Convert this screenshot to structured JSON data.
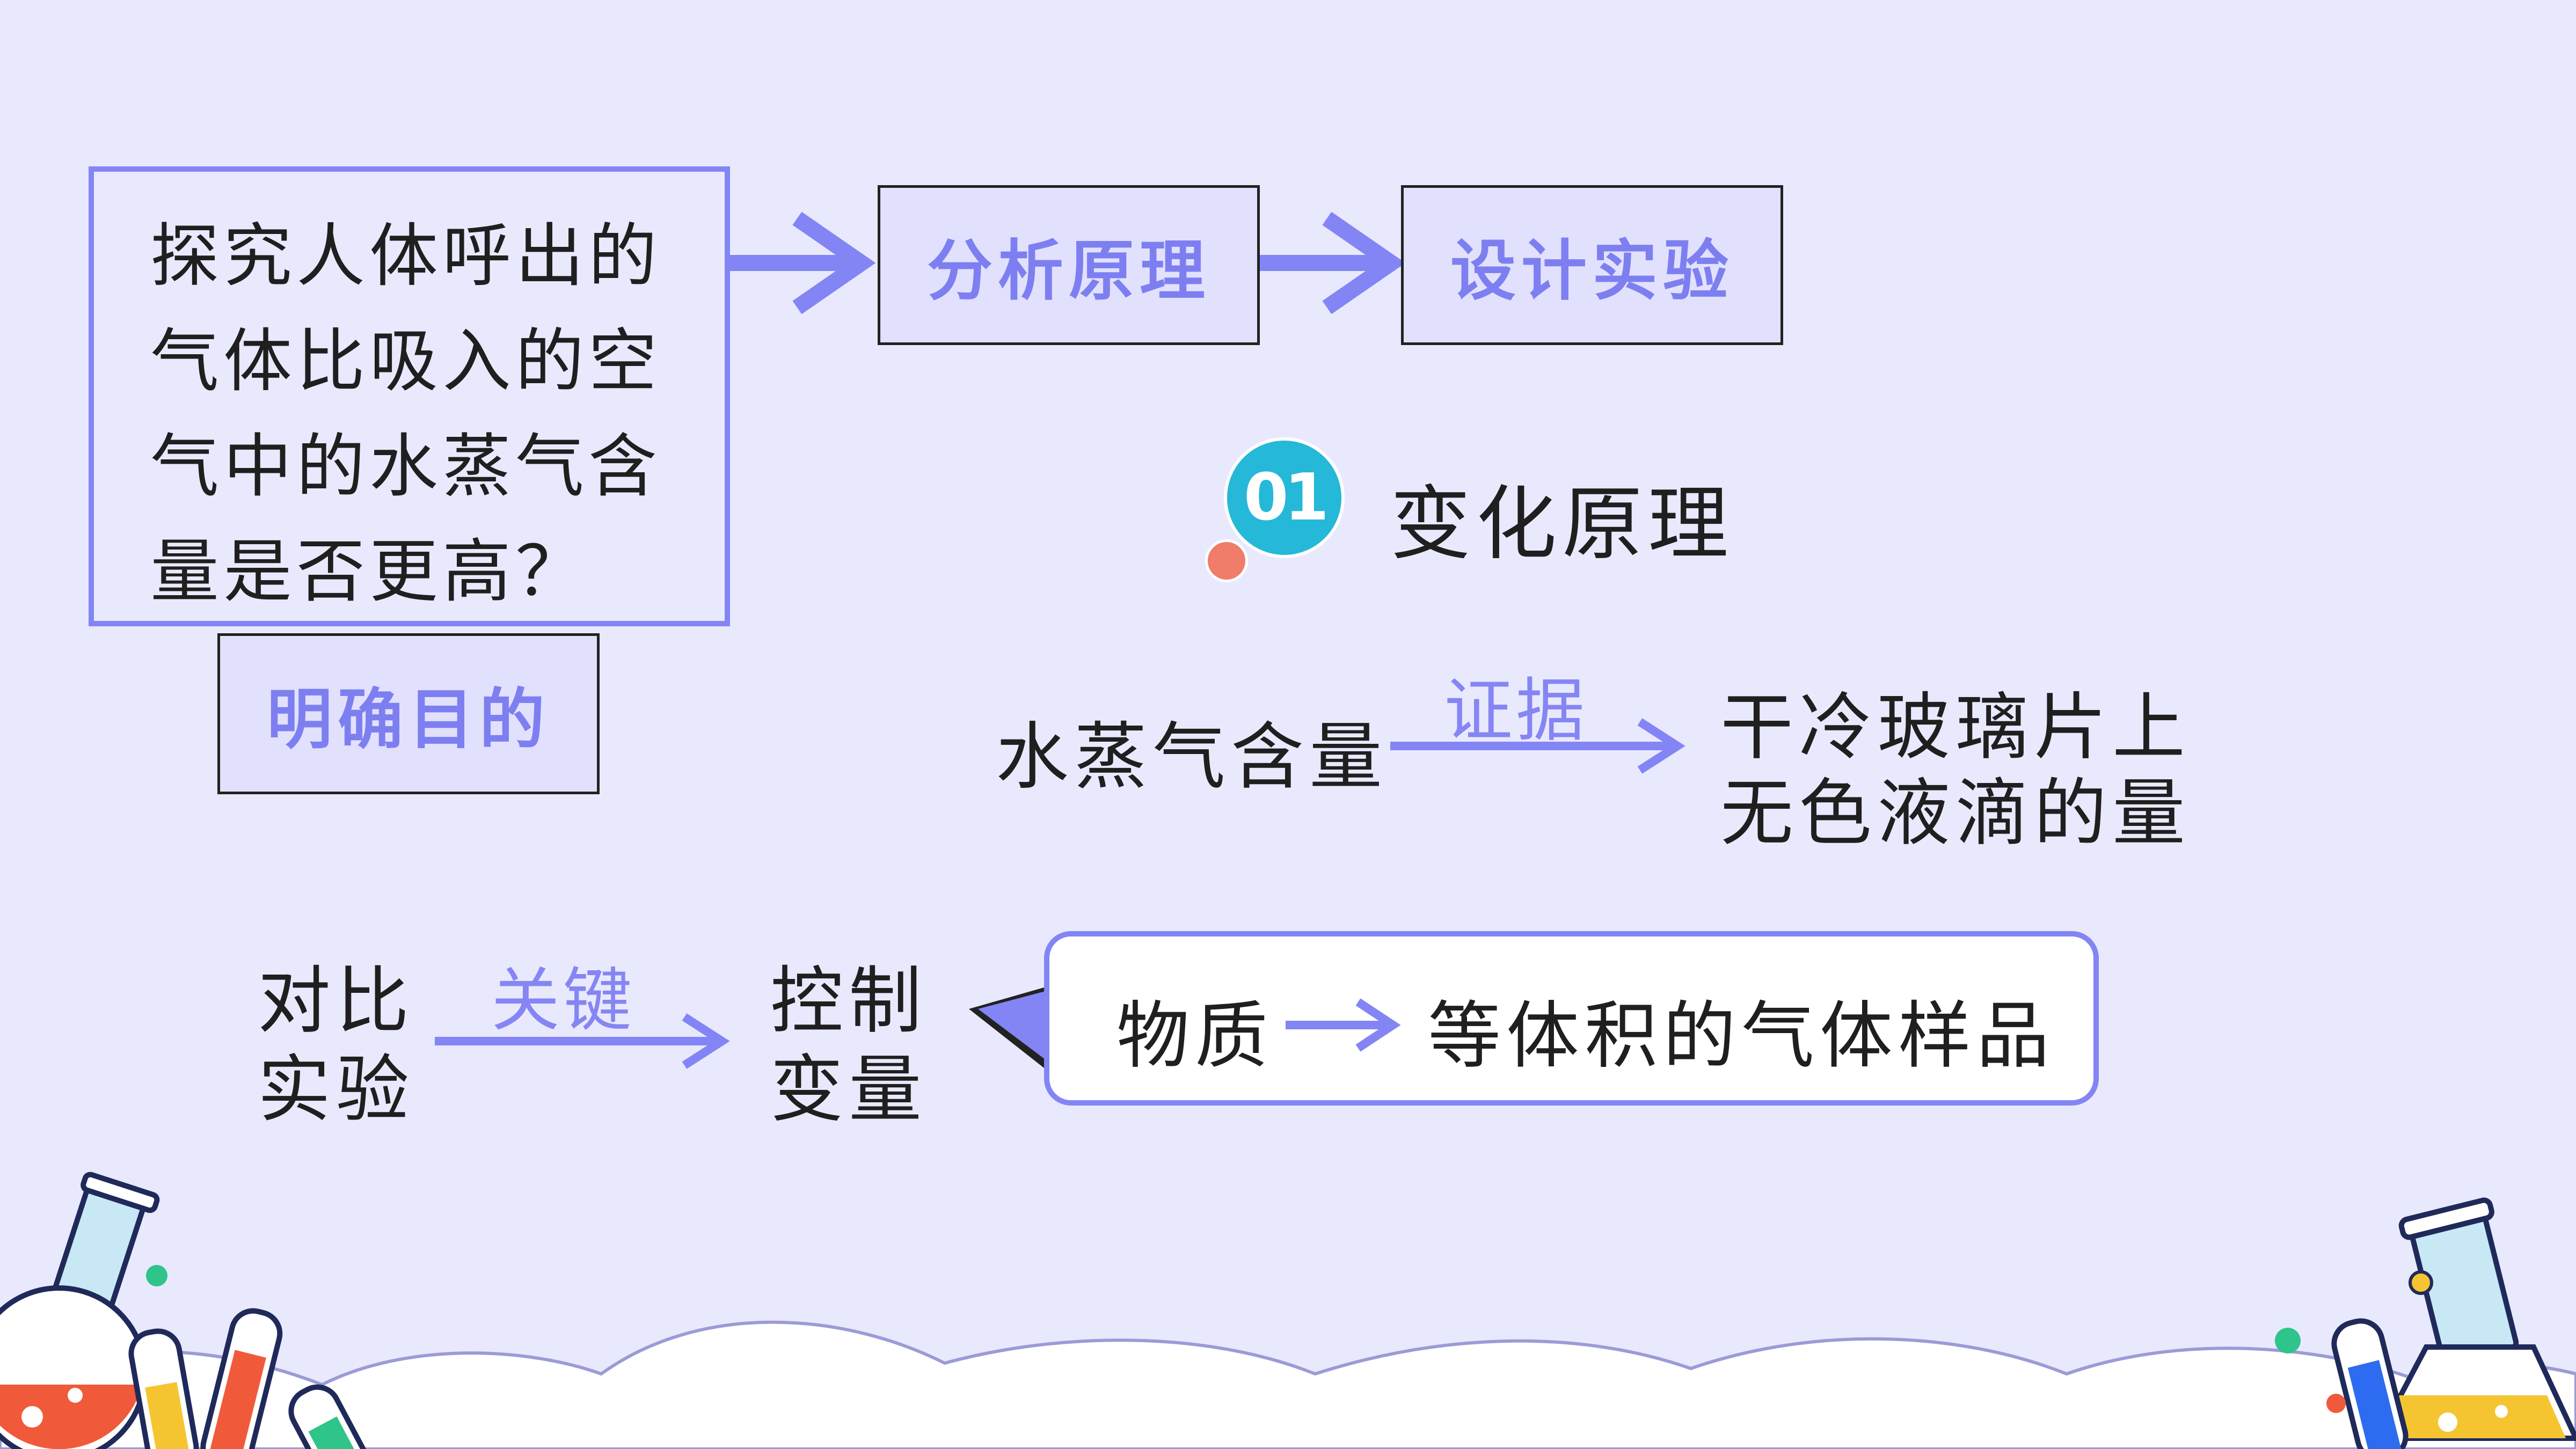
{
  "question": {
    "lines": [
      "探究人体呼出的",
      "气体比吸入的空",
      "气中的水蒸气含",
      "量是否更高？"
    ]
  },
  "labels": {
    "goal": "明确目的",
    "analyze": "分析原理",
    "design": "设计实验"
  },
  "principle": {
    "number": "01",
    "title": "变化原理"
  },
  "evidence": {
    "subject": "水蒸气含量",
    "relation": "证据",
    "result_line1": "干冷玻璃片上",
    "result_line2": "无色液滴的量"
  },
  "control": {
    "left_line1": "对比",
    "left_line2": "实验",
    "relation": "关键",
    "right_line1": "控制",
    "right_line2": "变量",
    "callout_subject": "物质",
    "callout_object": "等体积的气体样品"
  },
  "colors": {
    "background": "#e9e9fe",
    "accent": "#8385f5",
    "label_text": "#7d7ff1",
    "badge": "#25b8d8",
    "badge_dot": "#f07c6a"
  }
}
